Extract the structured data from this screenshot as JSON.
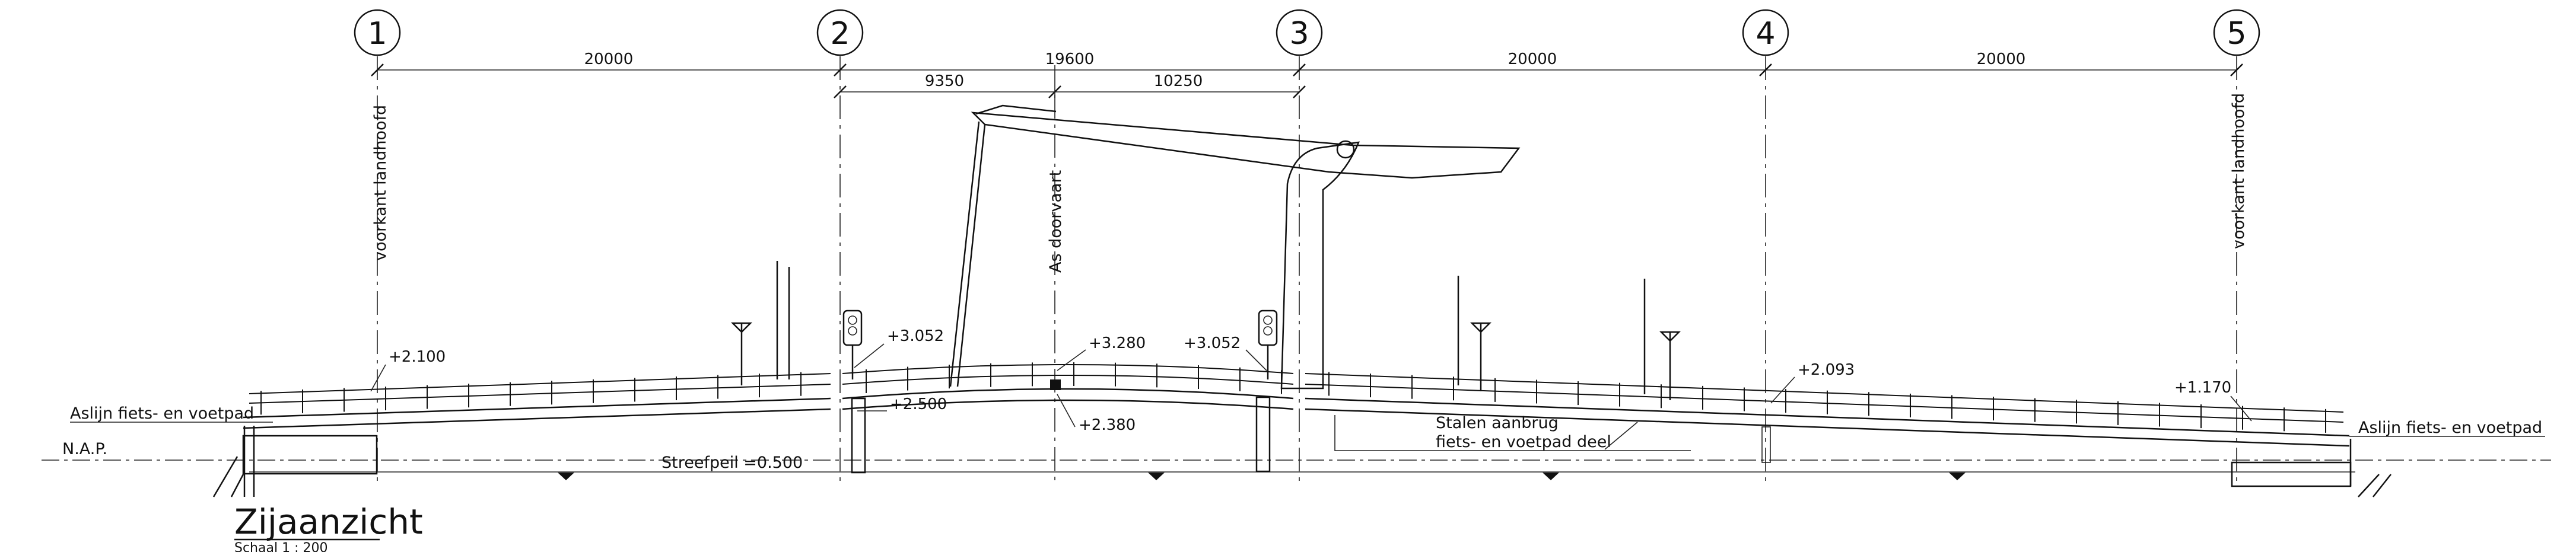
{
  "axes": [
    "1",
    "2",
    "3",
    "4",
    "5"
  ],
  "dimensions": {
    "top": [
      "20000",
      "19600",
      "20000",
      "20000"
    ],
    "sub": [
      "9350",
      "10250"
    ]
  },
  "levels": {
    "l1": "+2.100",
    "l2": "+3.052",
    "l3": "+2.500",
    "l4": "+3.280",
    "l5": "+2.380",
    "l6": "+3.052",
    "l7": "+2.093",
    "l8": "+1.170"
  },
  "labels": {
    "front_left": "voorkant landhoofd",
    "front_right": "voorkant landhoofd",
    "channel_axis": "As doorvaart",
    "path_left": "Aslijn fiets- en voetpad",
    "path_right": "Aslijn fiets- en voetpad",
    "nap": "N.A.P.",
    "streefpeil": "Streefpeil =0.500",
    "steel_line1": "Stalen aanbrug",
    "steel_line2": "fiets- en voetpad deel"
  },
  "title": {
    "main": "Zijaanzicht",
    "scale": "Schaal 1 : 200"
  }
}
